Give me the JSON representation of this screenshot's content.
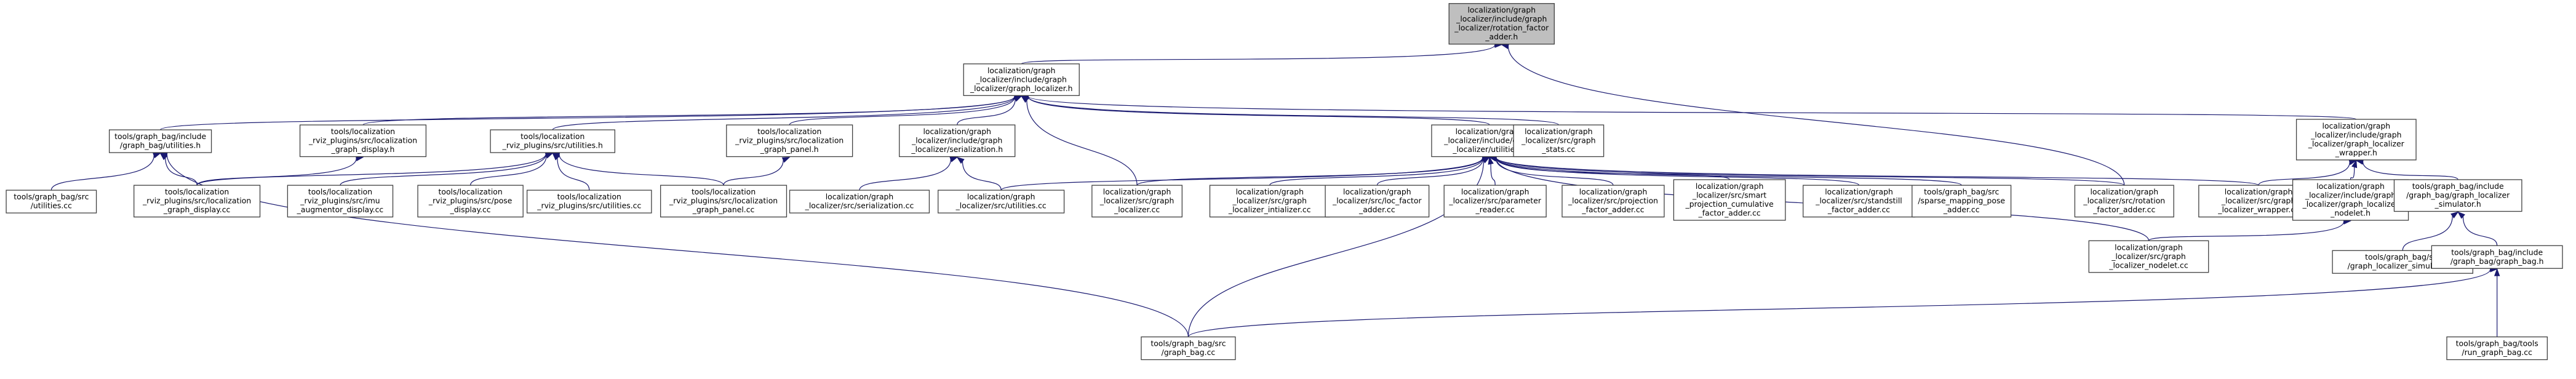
{
  "colors": {
    "edge": "#191970",
    "node_border": "#404040",
    "root_fill": "#bfbfbf",
    "node_fill": "#ffffff",
    "background": "#ffffff"
  },
  "nodes": [
    {
      "id": "root",
      "lines": [
        "localization/graph",
        "_localizer/include/graph",
        "_localizer/rotation_factor",
        "_adder.h"
      ],
      "highlight": true
    },
    {
      "id": "gl_h",
      "lines": [
        "localization/graph",
        "_localizer/include/graph",
        "_localizer/graph_localizer.h"
      ]
    },
    {
      "id": "gb_util_h",
      "lines": [
        "tools/graph_bag/include",
        "/graph_bag/utilities.h"
      ]
    },
    {
      "id": "rviz_gd_h",
      "lines": [
        "tools/localization",
        "_rviz_plugins/src/localization",
        "_graph_display.h"
      ]
    },
    {
      "id": "rviz_util_h",
      "lines": [
        "tools/localization",
        "_rviz_plugins/src/utilities.h"
      ]
    },
    {
      "id": "rviz_gp_h",
      "lines": [
        "tools/localization",
        "_rviz_plugins/src/localization",
        "_graph_panel.h"
      ]
    },
    {
      "id": "gl_ser_h",
      "lines": [
        "localization/graph",
        "_localizer/include/graph",
        "_localizer/serialization.h"
      ]
    },
    {
      "id": "gl_util_h",
      "lines": [
        "localization/graph",
        "_localizer/include/graph",
        "_localizer/utilities.h"
      ]
    },
    {
      "id": "gl_stats",
      "lines": [
        "localization/graph",
        "_localizer/src/graph",
        "_stats.cc"
      ]
    },
    {
      "id": "glw_h",
      "lines": [
        "localization/graph",
        "_localizer/include/graph",
        "_localizer/graph_localizer",
        "_wrapper.h"
      ]
    },
    {
      "id": "gb_util_cc",
      "lines": [
        "tools/graph_bag/src",
        "/utilities.cc"
      ]
    },
    {
      "id": "rviz_gd_cc",
      "lines": [
        "tools/localization",
        "_rviz_plugins/src/localization",
        "_graph_display.cc"
      ]
    },
    {
      "id": "rviz_imu",
      "lines": [
        "tools/localization",
        "_rviz_plugins/src/imu",
        "_augmentor_display.cc"
      ]
    },
    {
      "id": "rviz_pose",
      "lines": [
        "tools/localization",
        "_rviz_plugins/src/pose",
        "_display.cc"
      ]
    },
    {
      "id": "rviz_util_cc",
      "lines": [
        "tools/localization",
        "_rviz_plugins/src/utilities.cc"
      ]
    },
    {
      "id": "rviz_gp_cc",
      "lines": [
        "tools/localization",
        "_rviz_plugins/src/localization",
        "_graph_panel.cc"
      ]
    },
    {
      "id": "gl_ser_cc",
      "lines": [
        "localization/graph",
        "_localizer/src/serialization.cc"
      ]
    },
    {
      "id": "gl_util_cc",
      "lines": [
        "localization/graph",
        "_localizer/src/utilities.cc"
      ]
    },
    {
      "id": "gl_cc",
      "lines": [
        "localization/graph",
        "_localizer/src/graph",
        "_localizer.cc"
      ]
    },
    {
      "id": "gl_init",
      "lines": [
        "localization/graph",
        "_localizer/src/graph",
        "_localizer_intializer.cc"
      ]
    },
    {
      "id": "gl_loc",
      "lines": [
        "localization/graph",
        "_localizer/src/loc_factor",
        "_adder.cc"
      ]
    },
    {
      "id": "gl_param",
      "lines": [
        "localization/graph",
        "_localizer/src/parameter",
        "_reader.cc"
      ]
    },
    {
      "id": "gl_proj",
      "lines": [
        "localization/graph",
        "_localizer/src/projection",
        "_factor_adder.cc"
      ]
    },
    {
      "id": "gl_smart",
      "lines": [
        "localization/graph",
        "_localizer/src/smart",
        "_projection_cumulative",
        "_factor_adder.cc"
      ]
    },
    {
      "id": "gl_stand",
      "lines": [
        "localization/graph",
        "_localizer/src/standstill",
        "_factor_adder.cc"
      ]
    },
    {
      "id": "gb_sparse",
      "lines": [
        "tools/graph_bag/src",
        "/sparse_mapping_pose",
        "_adder.cc"
      ]
    },
    {
      "id": "gl_rot",
      "lines": [
        "localization/graph",
        "_localizer/src/rotation",
        "_factor_adder.cc"
      ]
    },
    {
      "id": "glw_cc",
      "lines": [
        "localization/graph",
        "_localizer/src/graph",
        "_localizer_wrapper.cc"
      ]
    },
    {
      "id": "gln_h",
      "lines": [
        "localization/graph",
        "_localizer/include/graph",
        "_localizer/graph_localizer",
        "_nodelet.h"
      ]
    },
    {
      "id": "gbs_h",
      "lines": [
        "tools/graph_bag/include",
        "/graph_bag/graph_localizer",
        "_simulator.h"
      ]
    },
    {
      "id": "gln_cc",
      "lines": [
        "localization/graph",
        "_localizer/src/graph",
        "_localizer_nodelet.cc"
      ]
    },
    {
      "id": "gbs_cc",
      "lines": [
        "tools/graph_bag/src",
        "/graph_localizer_simulator.cc"
      ]
    },
    {
      "id": "gbg_h",
      "lines": [
        "tools/graph_bag/include",
        "/graph_bag/graph_bag.h"
      ]
    },
    {
      "id": "gb_cc",
      "lines": [
        "tools/graph_bag/src",
        "/graph_bag.cc"
      ]
    },
    {
      "id": "rgb_cc",
      "lines": [
        "tools/graph_bag/tools",
        "/run_graph_bag.cc"
      ]
    }
  ]
}
